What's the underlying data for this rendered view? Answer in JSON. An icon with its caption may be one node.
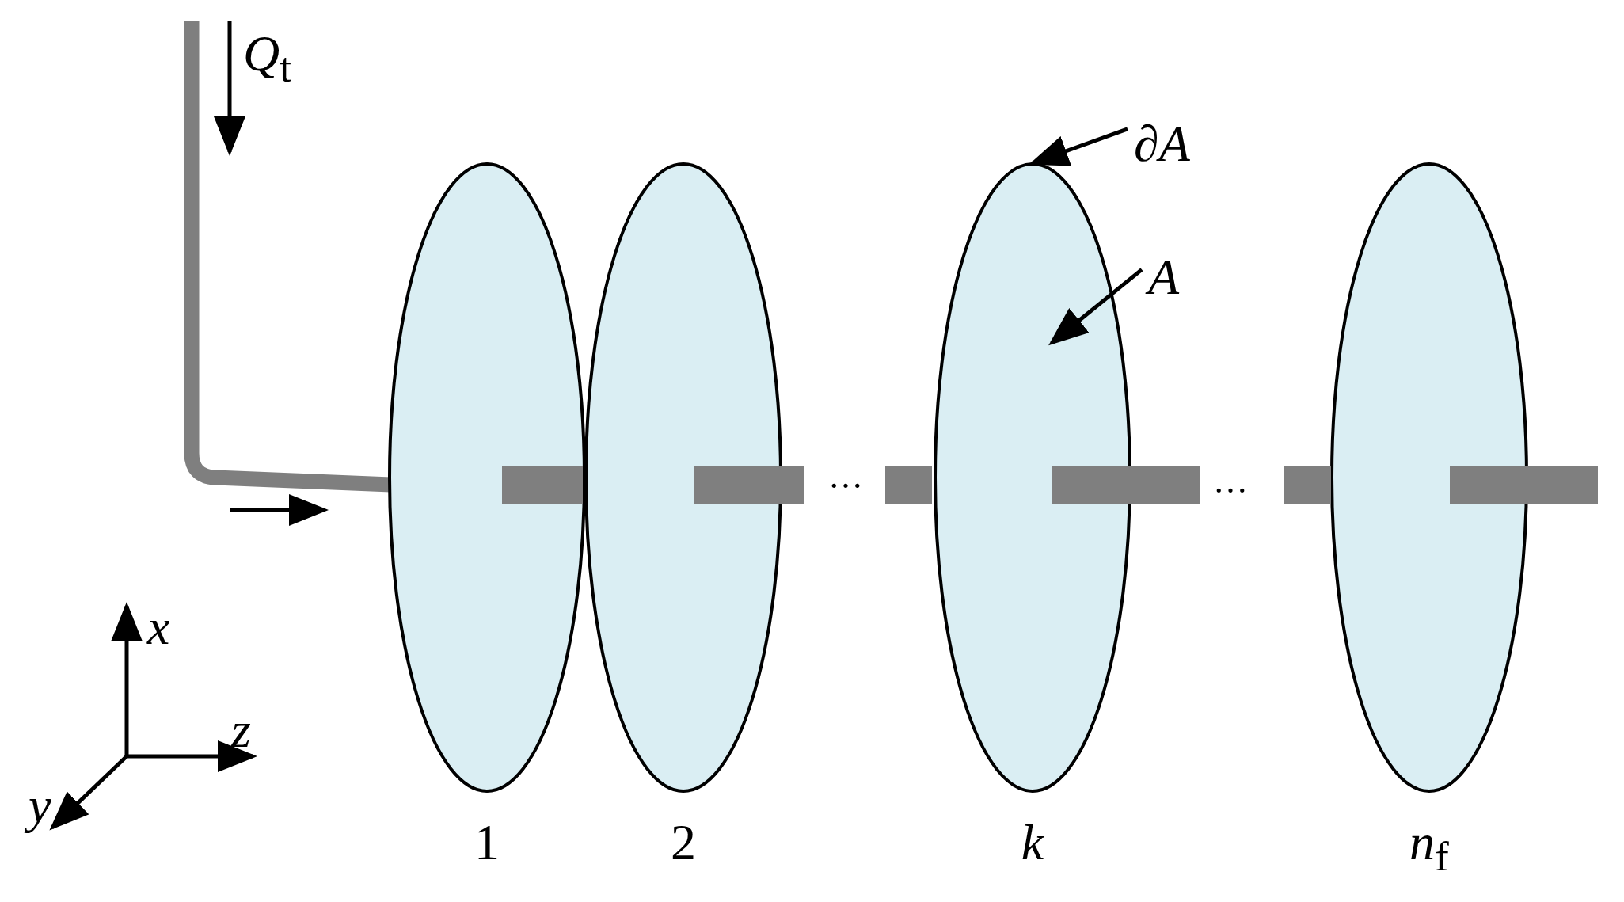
{
  "diagram": {
    "nodes": [
      {
        "text": [
          "1"
        ]
      },
      {
        "text": [
          "2"
        ]
      },
      {
        "text": [
          "*k*"
        ]
      },
      {
        "text": [
          "*n*$_{f}$"
        ]
      },
      {
        "text": [
          "∂A"
        ]
      },
      {
        "text": [
          "A"
        ]
      }
    ],
    "edges": [
      {
        "from": 4,
        "to": 2,
        "arrow": "to"
      },
      {
        "from": 5,
        "to": 2,
        "arrow": "to"
      }
    ],
    "labels": [
      "*Q*$_{t}$",
      "…",
      "…",
      "x",
      "z",
      "y"
    ]
  }
}
